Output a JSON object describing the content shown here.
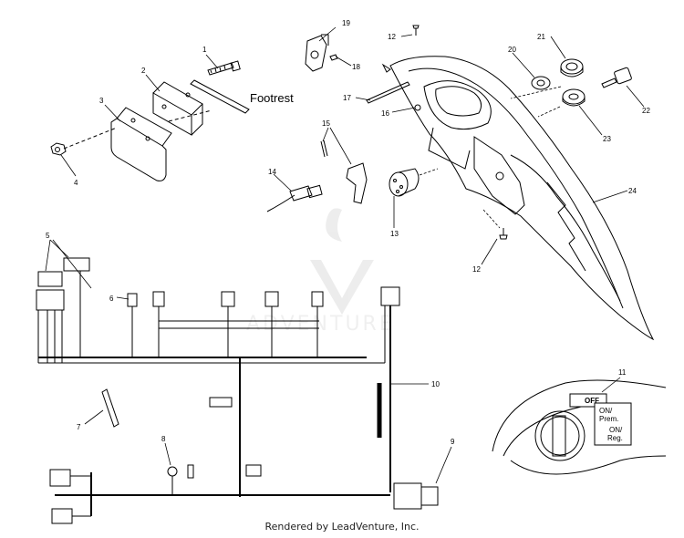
{
  "diagram": {
    "footrest_label": "Footrest",
    "callouts": {
      "c1": "1",
      "c2": "2",
      "c3": "3",
      "c4": "4",
      "c5": "5",
      "c6": "6",
      "c7": "7",
      "c8": "8",
      "c9": "9",
      "c10": "10",
      "c11": "11",
      "c12a": "12",
      "c12b": "12",
      "c13": "13",
      "c14": "14",
      "c15": "15",
      "c16": "16",
      "c17": "17",
      "c18": "18",
      "c19": "19",
      "c20": "20",
      "c21": "21",
      "c22": "22",
      "c23": "23",
      "c24": "24"
    },
    "switch_positions": {
      "off": "OFF",
      "on_prem_1": "ON/",
      "on_prem_2": "Prem.",
      "on_reg_1": "ON/",
      "on_reg_2": "Reg."
    },
    "watermark": "ADVENTURE"
  },
  "footer": {
    "credit": "Rendered by LeadVenture, Inc."
  }
}
